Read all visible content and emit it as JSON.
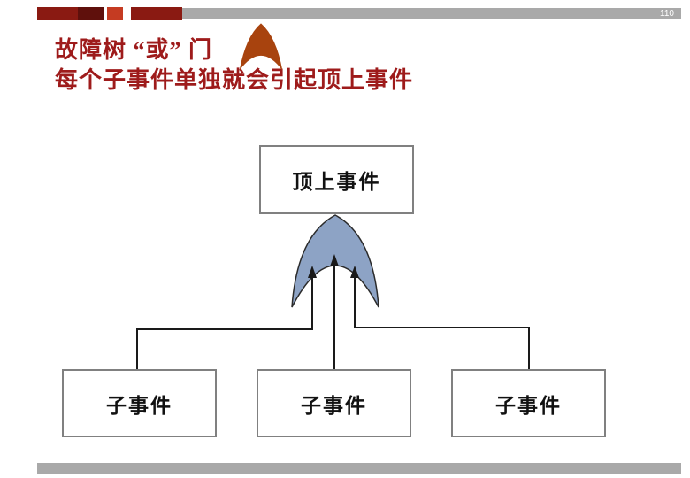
{
  "slide": {
    "page_number": "110",
    "title": {
      "line1": "故障树 “或” 门",
      "colon": ":",
      "line2": "每个子事件单独就会引起顶上事件"
    }
  },
  "diagram": {
    "gate": "or-gate",
    "top_event": "顶上事件",
    "sub_events": [
      "子事件",
      "子事件",
      "子事件"
    ]
  },
  "colors": {
    "title_red": "#9e1b1b",
    "bar_gray": "#a9a9a9",
    "block_dark_red": "#8a1a12",
    "block_darker_red": "#5f100c",
    "block_orange_red": "#c53b22",
    "gate_fill": "#8da3c5",
    "gate_stroke": "#2b2b2b",
    "gate_icon_fill": "#a8430e",
    "box_border": "#808080",
    "line_black": "#1a1a1a"
  }
}
